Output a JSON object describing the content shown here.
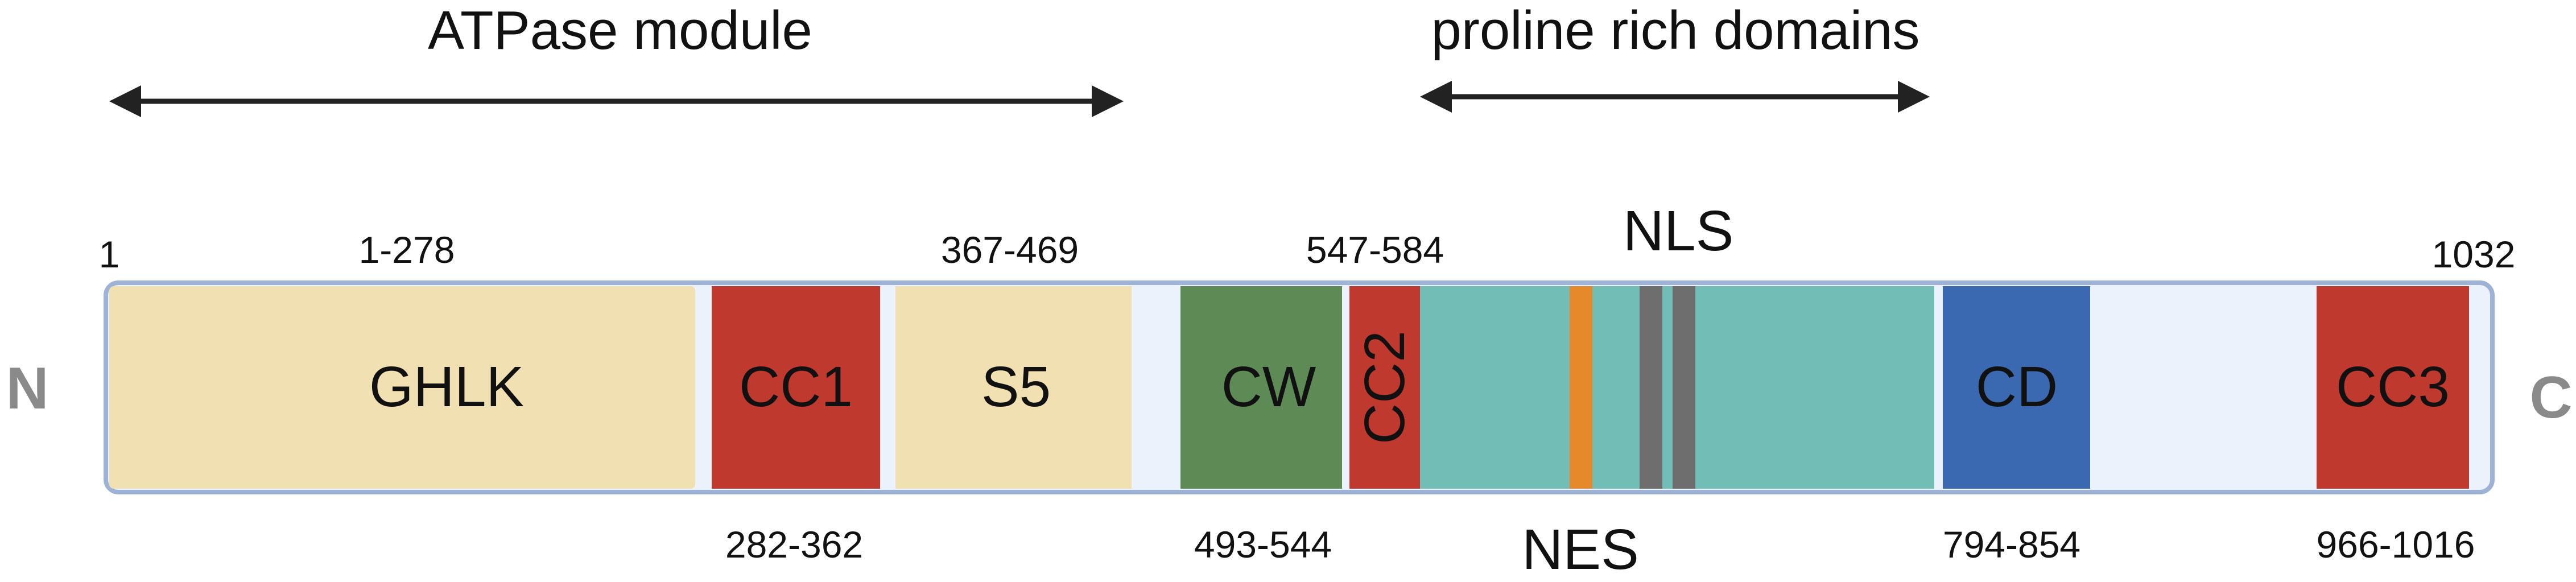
{
  "regions": {
    "atpase": {
      "label": "ATPase module"
    },
    "proline": {
      "label": "proline rich domains"
    }
  },
  "termini": {
    "n": "N",
    "c": "C"
  },
  "ends": {
    "start": "1",
    "end": "1032"
  },
  "domains": {
    "ghlk": {
      "label": "GHLK",
      "range": "1-278",
      "color": "#F1E0B2"
    },
    "cc1": {
      "label": "CC1",
      "range": "282-362",
      "color": "#C0392F"
    },
    "s5": {
      "label": "S5",
      "range": "367-469",
      "color": "#F1E0B2"
    },
    "cw": {
      "label": "CW",
      "range": "493-544",
      "color": "#5E8B55"
    },
    "cc2": {
      "label": "CC2",
      "range": "547-584",
      "color": "#C0392F"
    },
    "cd": {
      "label": "CD",
      "range": "794-854",
      "color": "#3B69B1"
    },
    "cc3": {
      "label": "CC3",
      "range": "966-1016",
      "color": "#C0392F"
    }
  },
  "motifs": {
    "nls": {
      "label": "NLS",
      "color": "#6E6E6E"
    },
    "nes": {
      "label": "NES",
      "color": "#E6892B"
    },
    "proline_block_color": "#72BDB5"
  },
  "colors": {
    "backbone_fill": "#EBF2FB",
    "backbone_stroke": "#9EB2D6",
    "terminus_text": "#8A8A8A",
    "arrow": "#222222"
  }
}
